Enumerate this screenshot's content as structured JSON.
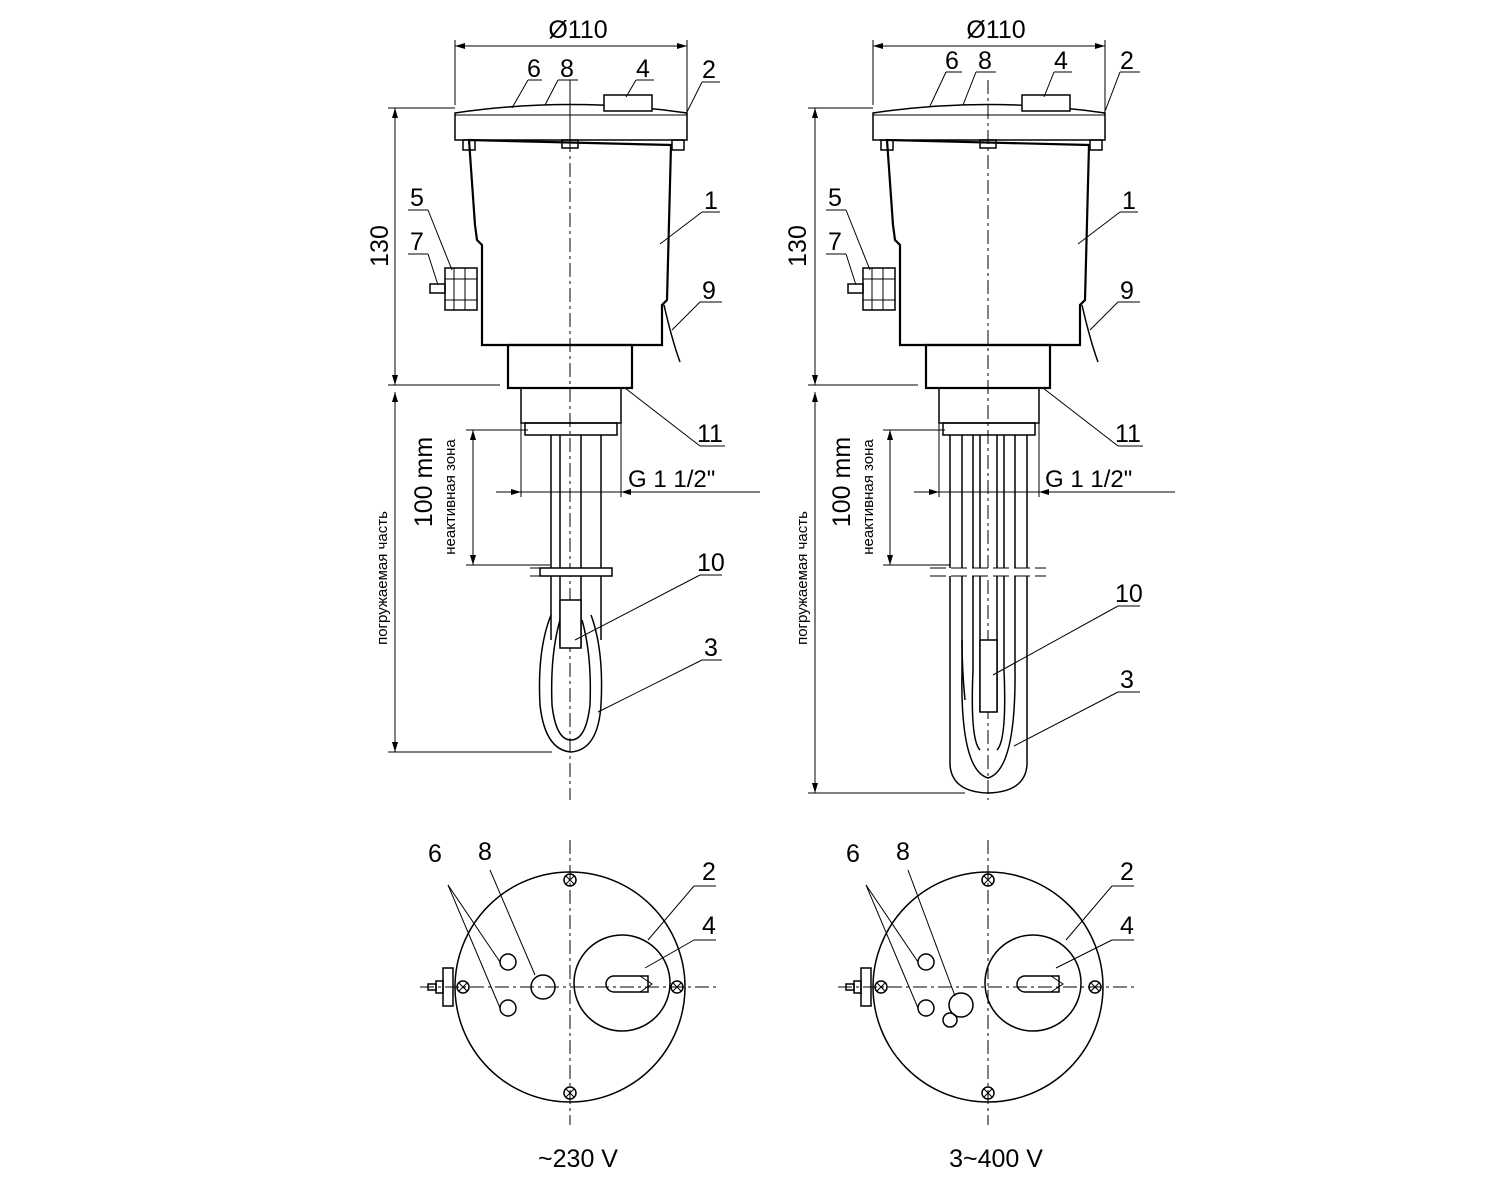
{
  "views": [
    {
      "id": "single-phase",
      "labels": {
        "dia": "Ø110",
        "height": "130",
        "inactive_len": "100 mm",
        "inactive_zone": "неактивная зона",
        "immersed_part": "погружаемая часть",
        "thread": "G 1 1/2\"",
        "voltage": "~230 V"
      },
      "parts": [
        "1",
        "2",
        "3",
        "4",
        "5",
        "6",
        "7",
        "8",
        "9",
        "10",
        "11"
      ]
    },
    {
      "id": "three-phase",
      "labels": {
        "dia": "Ø110",
        "height": "130",
        "inactive_len": "100 mm",
        "inactive_zone": "неактивная зона",
        "immersed_part": "погружаемая часть",
        "thread": "G 1 1/2\"",
        "voltage": "3~400 V"
      },
      "parts": [
        "1",
        "2",
        "3",
        "4",
        "5",
        "6",
        "7",
        "8",
        "9",
        "10",
        "11"
      ]
    }
  ]
}
